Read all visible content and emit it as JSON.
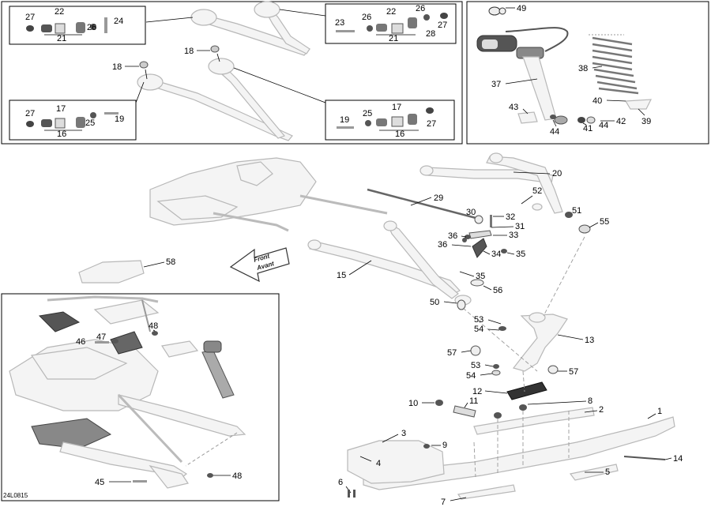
{
  "diagram": {
    "code": "24L0815",
    "direction_label_1": "Front",
    "direction_label_2": "Avant",
    "panel_a": {
      "box_tl": [
        "27",
        "22",
        "26",
        "24",
        "21"
      ],
      "box_tr": [
        "23",
        "26",
        "22",
        "26",
        "27",
        "28",
        "21"
      ],
      "box_bl": [
        "27",
        "17",
        "25",
        "19",
        "16"
      ],
      "box_br": [
        "19",
        "25",
        "17",
        "27",
        "16"
      ],
      "loose": [
        "18",
        "18"
      ]
    },
    "panel_b": [
      "49",
      "38",
      "37",
      "40",
      "43",
      "42",
      "44",
      "41",
      "44",
      "39"
    ],
    "main": [
      "20",
      "52",
      "29",
      "30",
      "32",
      "51",
      "55",
      "31",
      "36",
      "33",
      "36",
      "34",
      "35",
      "15",
      "35",
      "56",
      "50",
      "58",
      "53",
      "54",
      "13",
      "57",
      "53",
      "54",
      "57",
      "12",
      "11",
      "10",
      "8",
      "2",
      "1",
      "3",
      "9",
      "4",
      "14",
      "5",
      "6",
      "7"
    ],
    "panel_c": [
      "48",
      "46",
      "47",
      "45",
      "48"
    ]
  }
}
